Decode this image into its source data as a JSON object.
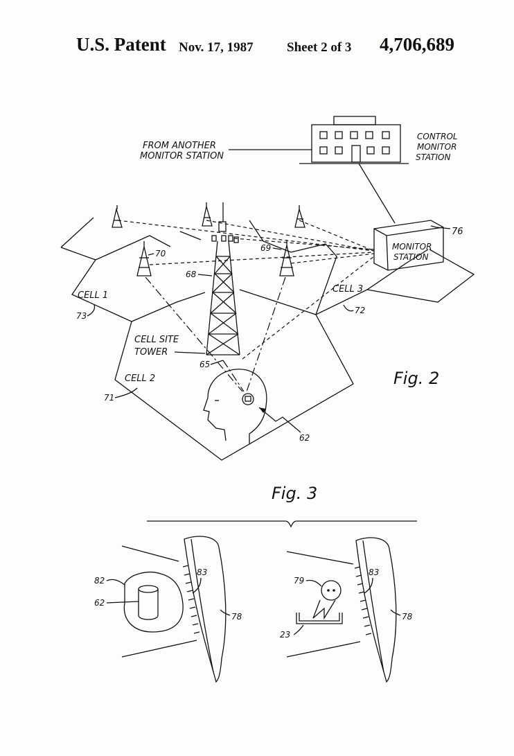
{
  "header": {
    "patent_label": "U.S. Patent",
    "date": "Nov. 17, 1987",
    "sheet": "Sheet 2 of 3",
    "patent_number": "4,706,689"
  },
  "fig2": {
    "caption": "Fig. 2",
    "from_another_line1": "FROM ANOTHER",
    "from_another_line2": "MONITOR STATION",
    "control_line1": "CONTROL",
    "control_line2": "MONITOR",
    "control_line3": "STATION",
    "monitor_line1": "MONITOR",
    "monitor_line2": "STATION",
    "ref_76": "76",
    "ref_70": "70",
    "ref_69": "69",
    "ref_68": "68",
    "cell1": "CELL 1",
    "ref_73": "73",
    "cell3": "CELL 3",
    "ref_72": "72",
    "cell_site_line1": "CELL SITE",
    "cell_site_line2": "TOWER",
    "ref_65": "65",
    "cell2": "CELL 2",
    "ref_71": "71",
    "ref_62": "62"
  },
  "fig3": {
    "caption": "Fig. 3",
    "left": {
      "ref_82": "82",
      "ref_62": "62",
      "ref_83": "83",
      "ref_78": "78"
    },
    "right": {
      "ref_79": "79",
      "ref_23": "23",
      "ref_83": "83",
      "ref_78": "78"
    }
  }
}
